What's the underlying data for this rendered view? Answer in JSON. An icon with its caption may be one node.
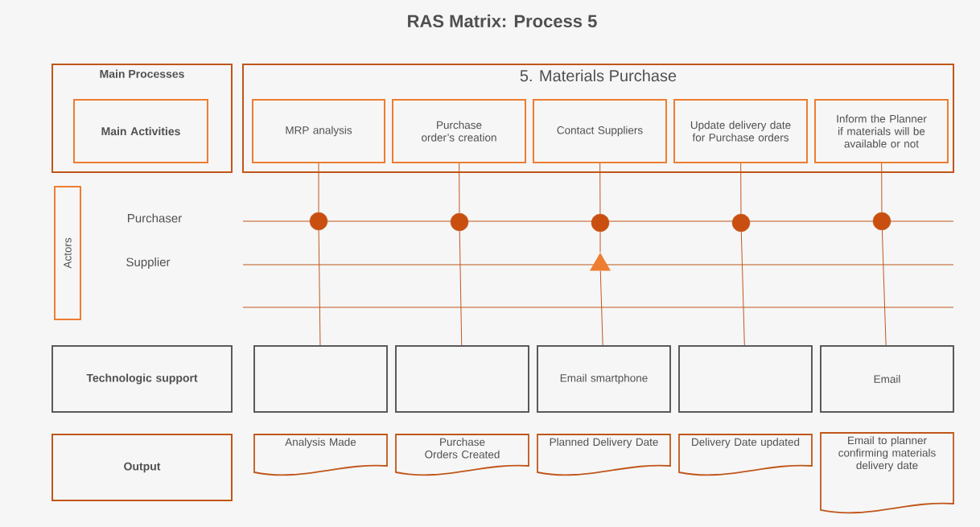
{
  "diagram": {
    "title": "RAS Matrix: Process 5",
    "nodes": [
      {
        "text": [
          "Main Processes"
        ]
      },
      {
        "text": [
          "Main Activities"
        ],
        "in": 0
      },
      {
        "text": [
          "5. Materials Purchase"
        ]
      },
      {
        "text": [
          "MRP analysis"
        ],
        "in": 2
      },
      {
        "text": [
          "Purchase order’s creation"
        ],
        "in": 2
      },
      {
        "text": [
          "Contact Suppliers"
        ],
        "in": 2
      },
      {
        "text": [
          "Update delivery date for Purchase orders"
        ],
        "in": 2
      },
      {
        "text": [
          "Inform the Planner if materials will be available or not"
        ],
        "in": 2
      },
      {
        "text": [
          "Actors"
        ]
      },
      {
        "text": [
          "Technologic support"
        ]
      },
      {
        "text": [],
        "shape": "box"
      },
      {
        "text": [],
        "shape": "box"
      },
      {
        "text": [
          "Email smartphone"
        ]
      },
      {
        "text": [],
        "shape": "box"
      },
      {
        "text": [
          "Email"
        ]
      },
      {
        "text": [
          "Output"
        ]
      },
      {
        "text": [
          "Analysis Made"
        ]
      },
      {
        "text": [
          "Purchase Orders Created"
        ]
      },
      {
        "text": [
          "Planned Delivery Date"
        ]
      },
      {
        "text": [
          "Delivery Date updated"
        ]
      },
      {
        "text": [
          "Email to planner confirming materials delivery date"
        ]
      },
      {
        "text": [],
        "shape": "circle"
      },
      {
        "text": [],
        "shape": "circle"
      },
      {
        "text": [],
        "shape": "circle"
      },
      {
        "text": [],
        "shape": "circle"
      },
      {
        "text": [],
        "shape": "circle"
      },
      {
        "text": [],
        "shape": "triangle"
      }
    ],
    "edges": [
      {
        "from": 3,
        "to": 21,
        "arrow": "none"
      },
      {
        "from": 21,
        "to": 10,
        "arrow": "none"
      },
      {
        "from": 4,
        "to": 22,
        "arrow": "none"
      },
      {
        "from": 22,
        "to": 11,
        "arrow": "none"
      },
      {
        "from": 5,
        "to": 23,
        "arrow": "none"
      },
      {
        "from": 23,
        "to": 26,
        "arrow": "none"
      },
      {
        "from": 26,
        "to": 12,
        "arrow": "none"
      },
      {
        "from": 6,
        "to": 24,
        "arrow": "none"
      },
      {
        "from": 24,
        "to": 13,
        "arrow": "none"
      },
      {
        "from": 7,
        "to": 25,
        "arrow": "none"
      },
      {
        "from": 25,
        "to": 14,
        "arrow": "none"
      }
    ],
    "labels": [
      "Purchaser",
      "Supplier"
    ]
  }
}
